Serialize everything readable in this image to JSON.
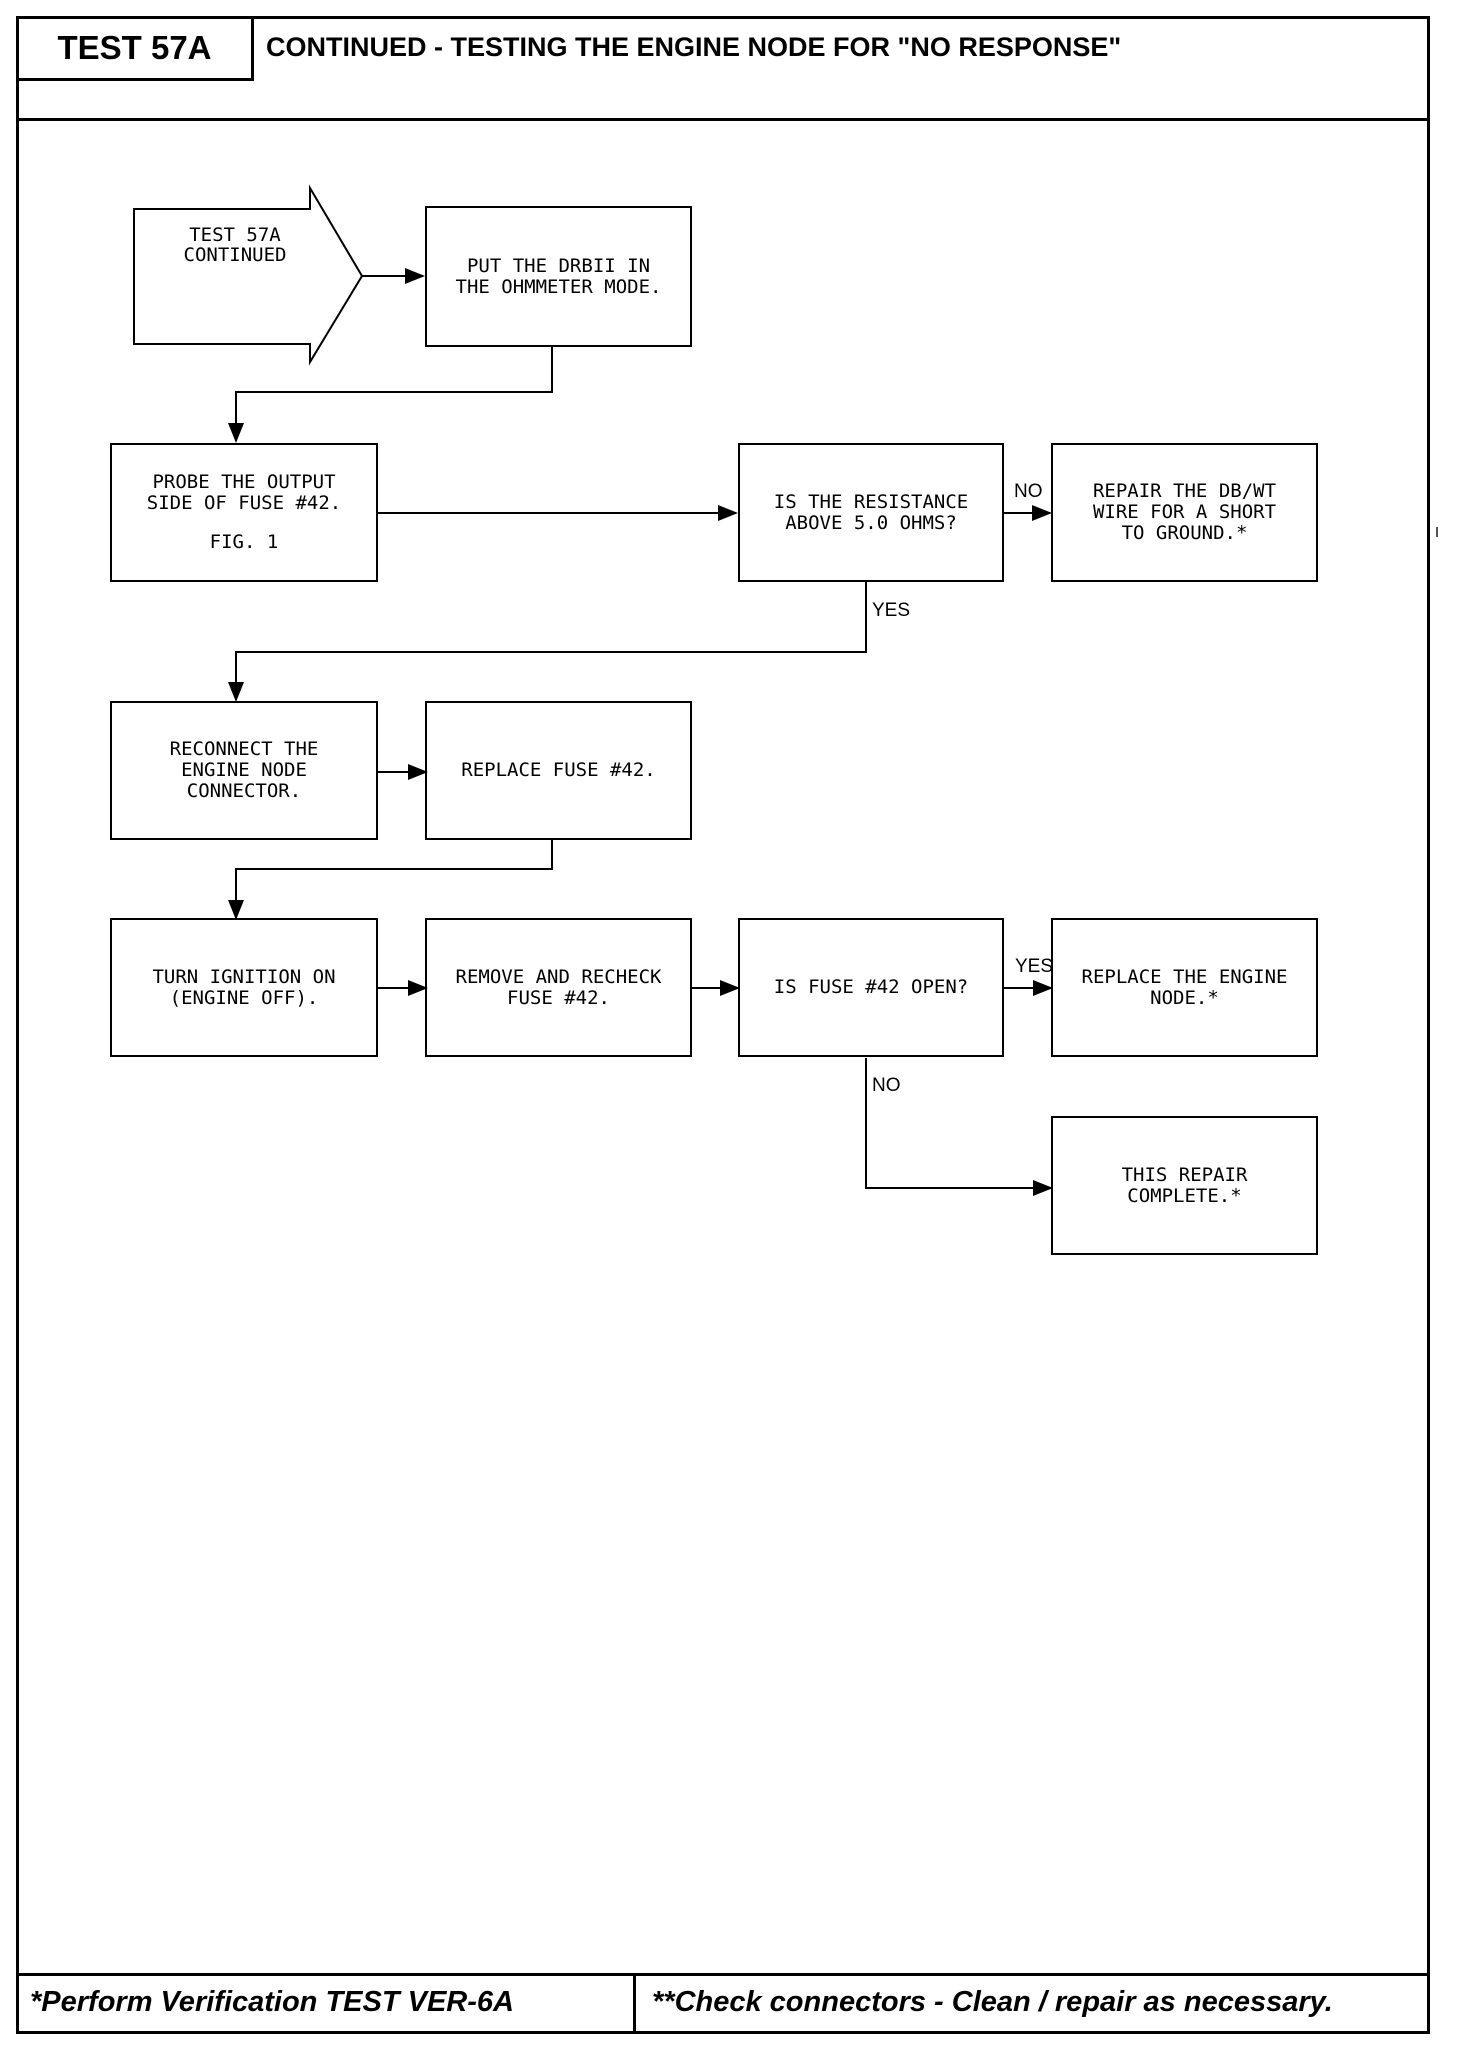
{
  "header": {
    "test_label": "TEST 57A",
    "title": "CONTINUED - TESTING THE ENGINE NODE FOR \"NO RESPONSE\""
  },
  "flowchart": {
    "start": "TEST 57A\nCONTINUED",
    "steps": {
      "put_drbii_ohmmeter": "PUT THE DRBII IN\nTHE OHMMETER MODE.",
      "probe_output_side": "PROBE THE OUTPUT\nSIDE OF FUSE #42.",
      "probe_fig_ref": "FIG. 1",
      "resistance_question": "IS THE RESISTANCE\nABOVE 5.0 OHMS?",
      "repair_db_wt_wire": "REPAIR THE DB/WT\nWIRE FOR A SHORT\nTO GROUND.*",
      "reconnect_engine_node": "RECONNECT THE\nENGINE NODE\nCONNECTOR.",
      "replace_fuse": "REPLACE FUSE #42.",
      "turn_ignition_on": "TURN IGNITION ON\n(ENGINE OFF).",
      "remove_recheck_fuse": "REMOVE AND RECHECK\nFUSE #42.",
      "fuse_open_question": "IS FUSE #42 OPEN?",
      "replace_engine_node": "REPLACE THE ENGINE\nNODE.*",
      "repair_complete": "THIS REPAIR\nCOMPLETE.*"
    },
    "labels": {
      "resistance_no": "NO",
      "resistance_yes": "YES",
      "fuse_yes": "YES",
      "fuse_no": "NO"
    }
  },
  "footer": {
    "left": "*Perform Verification TEST VER-6A",
    "right": "**Check connectors - Clean / repair as necessary."
  }
}
